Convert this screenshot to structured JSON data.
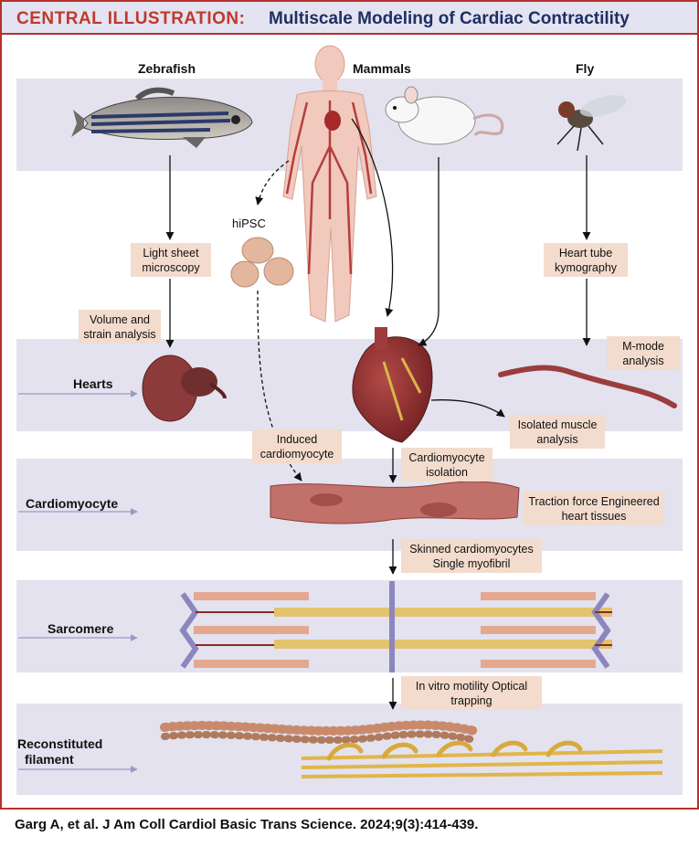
{
  "header": {
    "central_label": "CENTRAL ILLUSTRATION:",
    "title": "Multiscale Modeling of Cardiac Contractility"
  },
  "columns": {
    "zebrafish": "Zebrafish",
    "mammals": "Mammals",
    "fly": "Fly"
  },
  "row_labels": {
    "hearts": "Hearts",
    "cardiomyocyte": "Cardiomyocyte",
    "sarcomere": "Sarcomere",
    "reconstituted_line1": "Reconstituted",
    "reconstituted_line2": "filament"
  },
  "hipsc_label": "hiPSC",
  "boxes": {
    "light_sheet": "Light sheet microscopy",
    "volume_strain": "Volume and strain analysis",
    "heart_tube": "Heart tube kymography",
    "m_mode": "M-mode analysis",
    "isolated_muscle": "Isolated muscle analysis",
    "induced_cm": "Induced cardiomyocyte",
    "cm_isolation": "Cardiomyocyte isolation",
    "traction": "Traction force Engineered heart tissues",
    "skinned": "Skinned cardiomyocytes Single myofibril",
    "in_vitro": "In vitro motility Optical trapping"
  },
  "citation": "Garg A, et al. J Am Coll Cardiol Basic Trans Science. 2024;9(3):414-439.",
  "colors": {
    "frame_red": "#b5312c",
    "band": "#e3e2ee",
    "box": "#f3dccd",
    "title_blue": "#1f2f63"
  }
}
